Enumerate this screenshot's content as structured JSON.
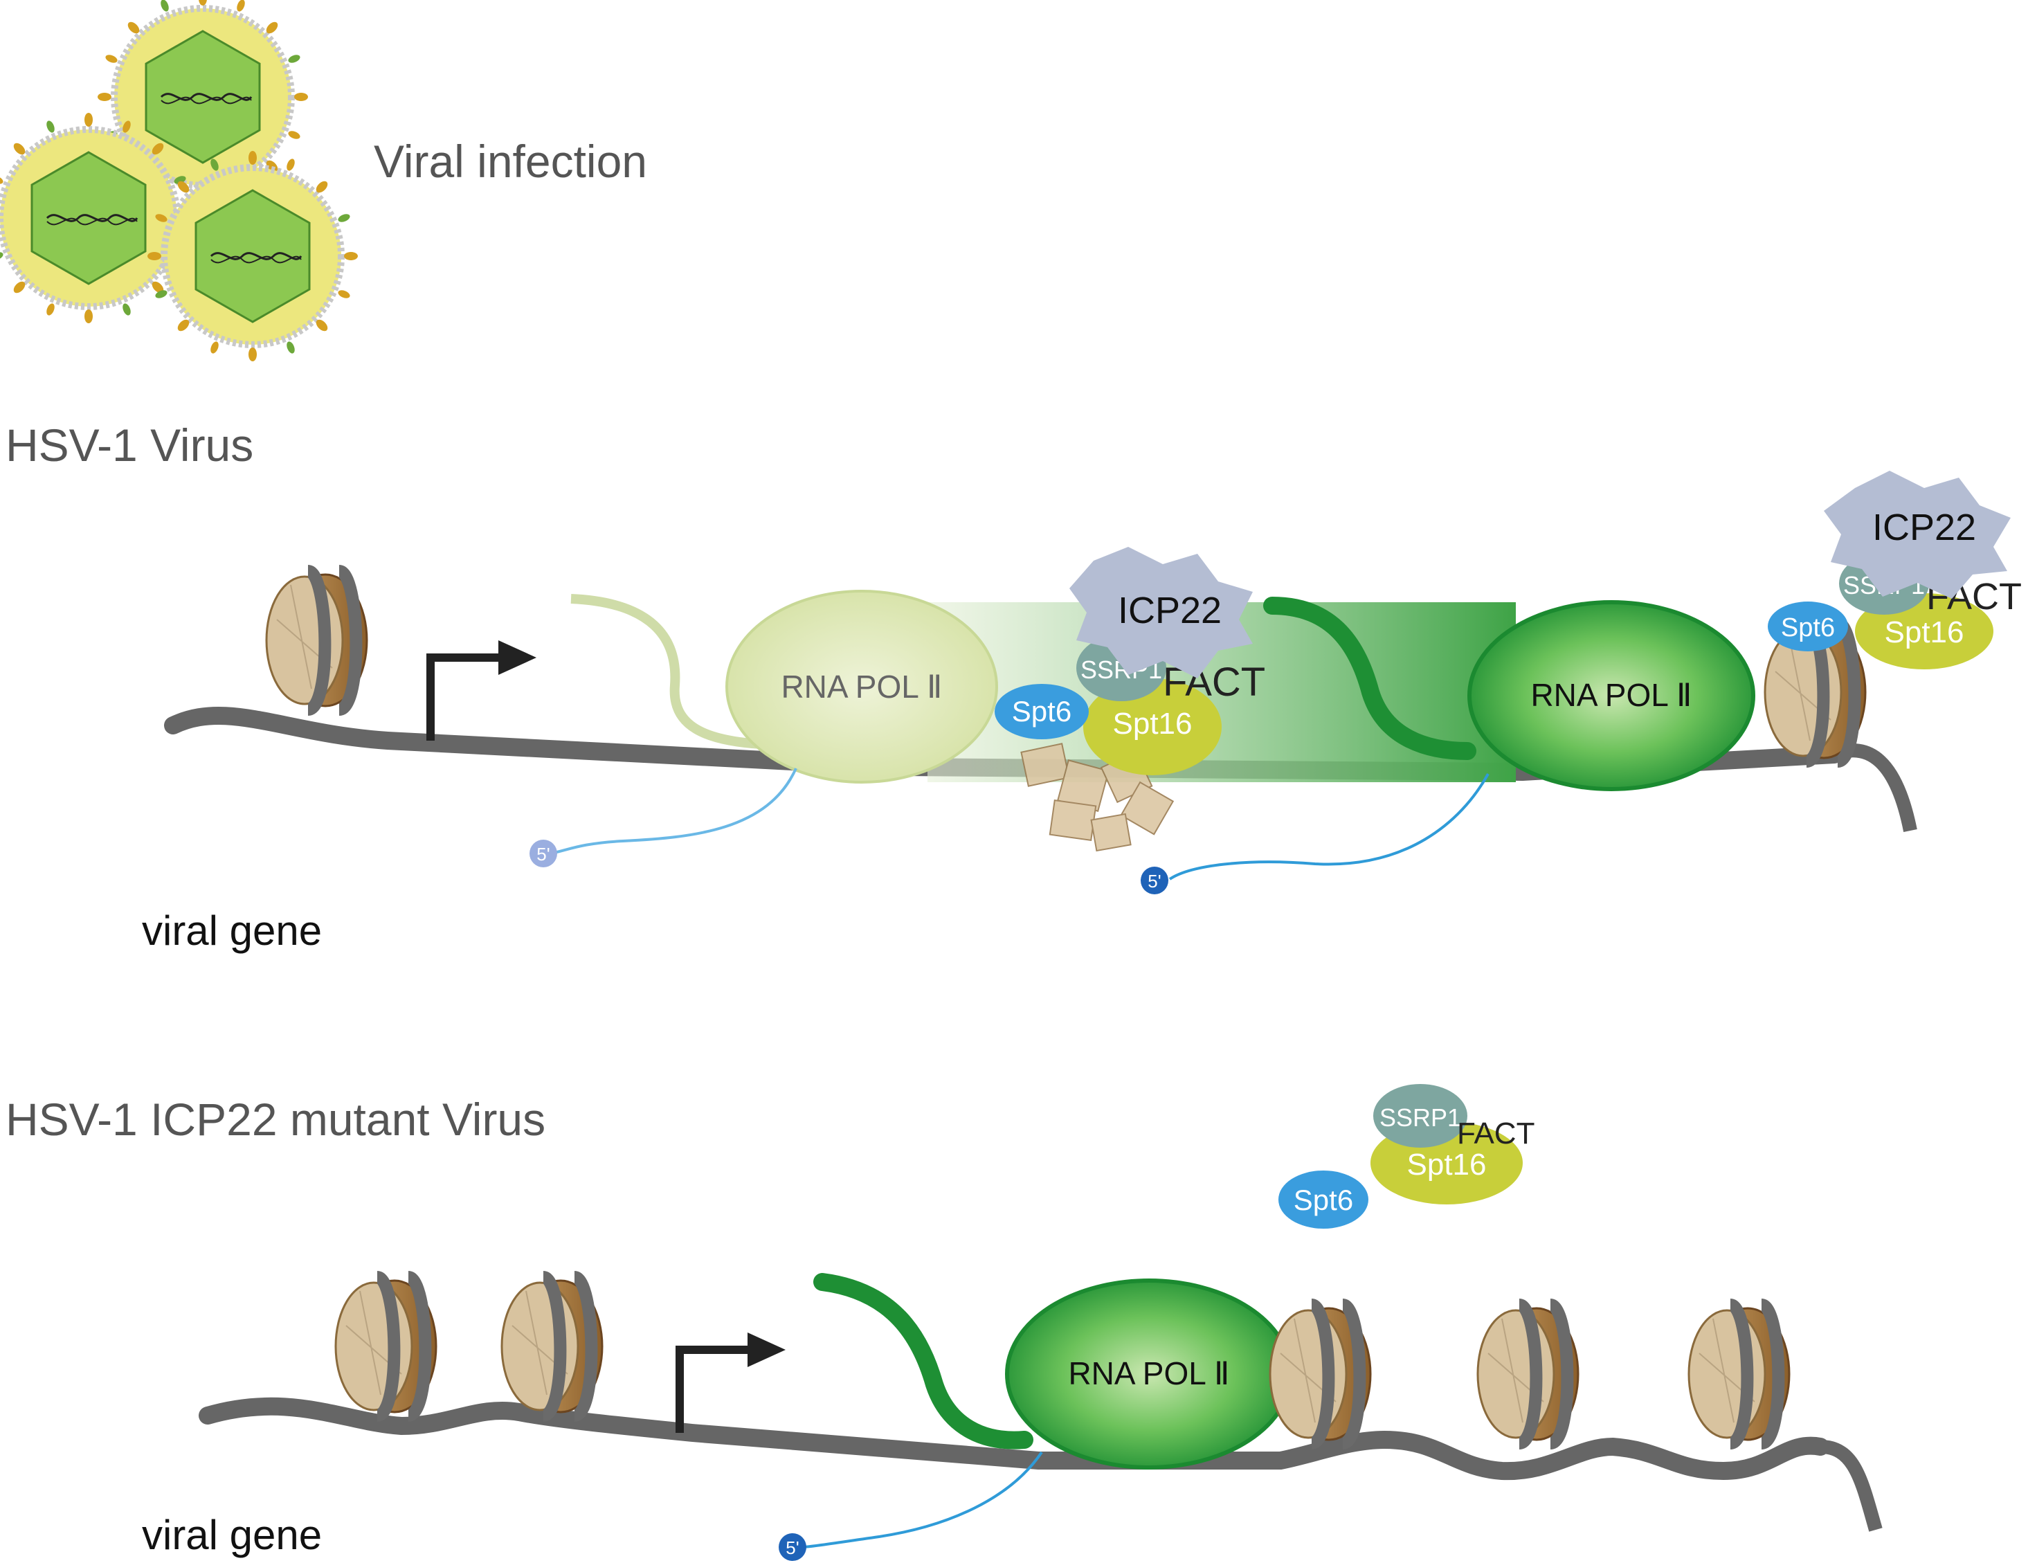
{
  "labels": {
    "viral_infection": "Viral infection",
    "section1_title": "HSV-1 Virus",
    "section2_title": "HSV-1 ICP22 mutant Virus",
    "viral_gene_1": "viral gene",
    "viral_gene_2": "viral gene"
  },
  "proteins": {
    "rna_pol": "RNA POL Ⅱ",
    "icp22": "ICP22",
    "ssrp1": "SSRP1",
    "fact": "FACT",
    "spt16": "Spt16",
    "spt6": "Spt6",
    "five_prime": "5'"
  },
  "colors": {
    "dna": "#666666",
    "pol_green": "#2e9e3a",
    "pol_light": "#e3ecc0",
    "icp22": "#b4bdd3",
    "ssrp1": "#7ea6a0",
    "spt16": "#c8cf3a",
    "spt6": "#3a9dde",
    "rna_blue": "#2f9bd8",
    "nucleosome": "#b7884e"
  }
}
